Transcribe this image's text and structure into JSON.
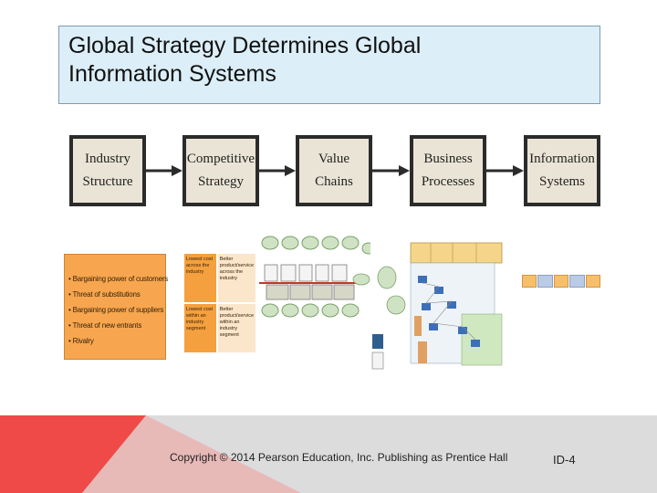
{
  "title": "Global Strategy Determines Global\nInformation Systems",
  "flow": [
    {
      "label": "Industry\nStructure"
    },
    {
      "label": "Competitive\nStrategy"
    },
    {
      "label": "Value\nChains"
    },
    {
      "label": "Business\nProcesses"
    },
    {
      "label": "Information\nSystems"
    }
  ],
  "forces": [
    "• Bargaining power of customers",
    "• Threat of substitutions",
    "• Bargaining power of suppliers",
    "• Threat of new entrants",
    "• Rivalry"
  ],
  "strategy_cells": [
    "Lowest cost across the industry",
    "Better product/service across the industry",
    "Lowest cost within an industry segment",
    "Better product/service within an industry segment"
  ],
  "colors": {
    "title_bg": "#dceef8",
    "flow_box_bg": "#e9e4d5",
    "forces_bg": "#f7a64f",
    "footer_red": "#ef4a47",
    "footer_gray": "#dcdcdc"
  },
  "footer": {
    "copyright": "Copyright © 2014 Pearson Education, Inc. Publishing as Prentice Hall",
    "page": "ID-4"
  }
}
